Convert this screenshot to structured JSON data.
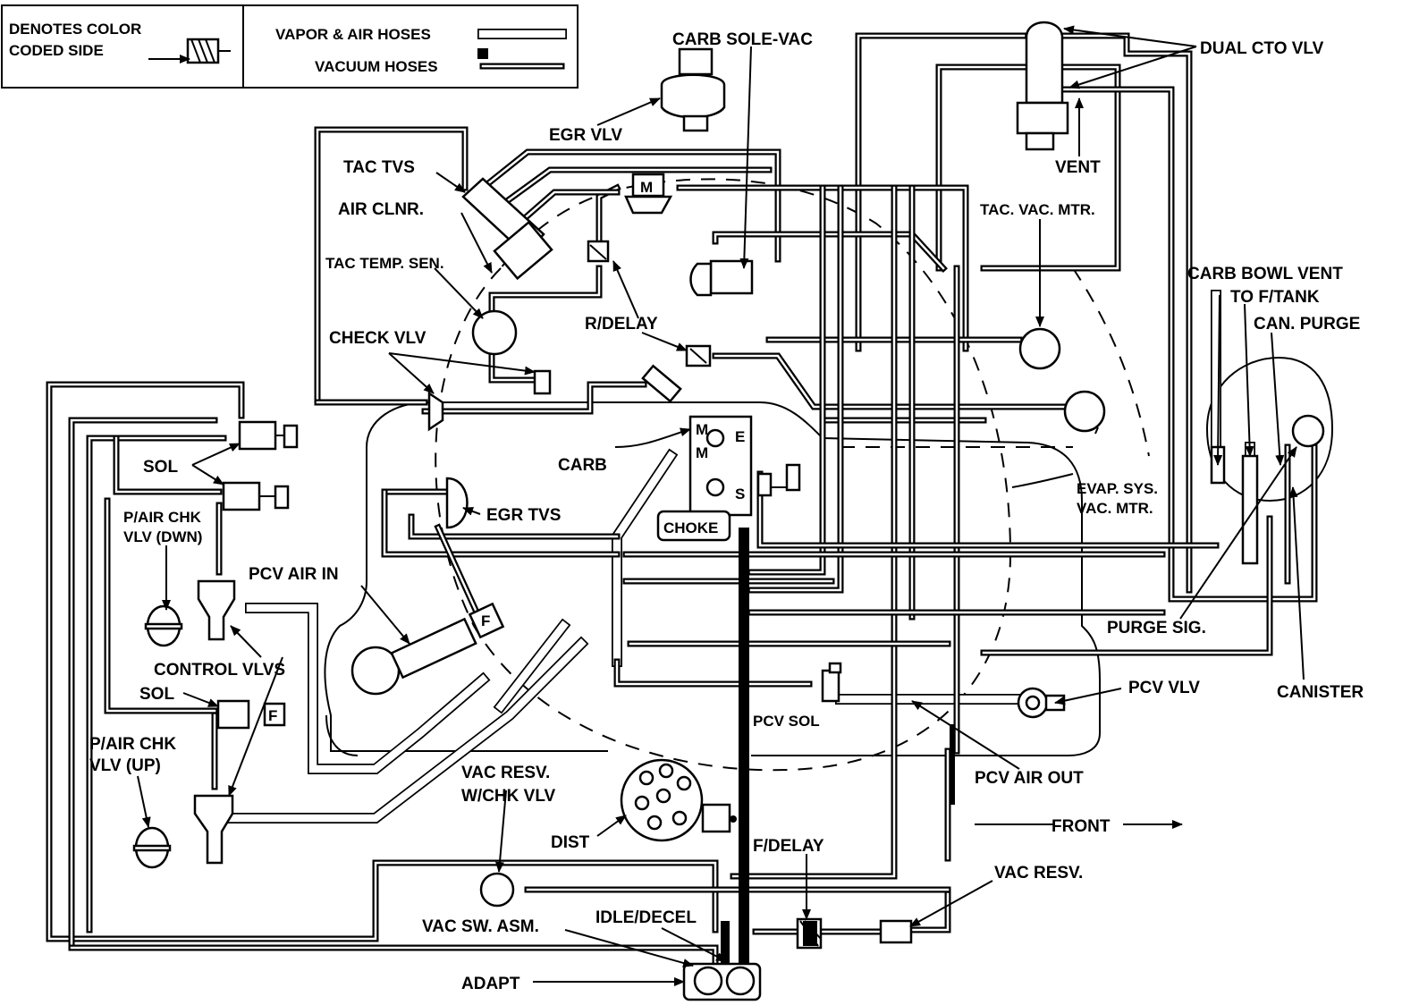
{
  "legend": {
    "color_coded": "DENOTES COLOR\nCODED SIDE",
    "vapor_hoses": "VAPOR & AIR HOSES",
    "vacuum_hoses": "VACUUM HOSES"
  },
  "labels": {
    "carb_sole_vac": "CARB SOLE-VAC",
    "dual_cto_vlv": "DUAL CTO VLV",
    "egr_vlv": "EGR VLV",
    "tac_tvs": "TAC TVS",
    "vent": "VENT",
    "air_clnr": "AIR CLNR.",
    "tac_vac_mtr": "TAC. VAC. MTR.",
    "tac_temp_sen": "TAC TEMP. SEN.",
    "carb_bowl_vent": "CARB BOWL VENT\nTO F/TANK",
    "r_delay": "R/DELAY",
    "can_purge": "CAN. PURGE",
    "check_vlv": "CHECK VLV",
    "sol_1": "SOL",
    "carb": "CARB",
    "evap_sys": "EVAP. SYS.\nVAC. MTR.",
    "egr_tvs": "EGR TVS",
    "p_air_chk_dwn": "P/AIR CHK\nVLV (DWN)",
    "choke": "CHOKE",
    "pcv_air_in": "PCV AIR IN",
    "purge_sig": "PURGE SIG.",
    "control_vlvs": "CONTROL VLVS",
    "sol_2": "SOL",
    "pcv_vlv": "PCV VLV",
    "canister": "CANISTER",
    "pcv_sol": "PCV SOL",
    "p_air_chk_up": "P/AIR CHK\nVLV (UP)",
    "vac_resv_chk": "VAC RESV.\nW/CHK VLV",
    "pcv_air_out": "PCV AIR OUT",
    "front": "FRONT",
    "dist": "DIST",
    "f_delay": "F/DELAY",
    "vac_resv": "VAC RESV.",
    "vac_sw_asm": "VAC SW. ASM.",
    "idle_decel": "IDLE/DECEL",
    "adapt": "ADAPT",
    "mark_m1": "M",
    "mark_m2": "M",
    "mark_m3": "M",
    "mark_e": "E",
    "mark_s": "S",
    "mark_f1": "F",
    "mark_f2": "F"
  }
}
